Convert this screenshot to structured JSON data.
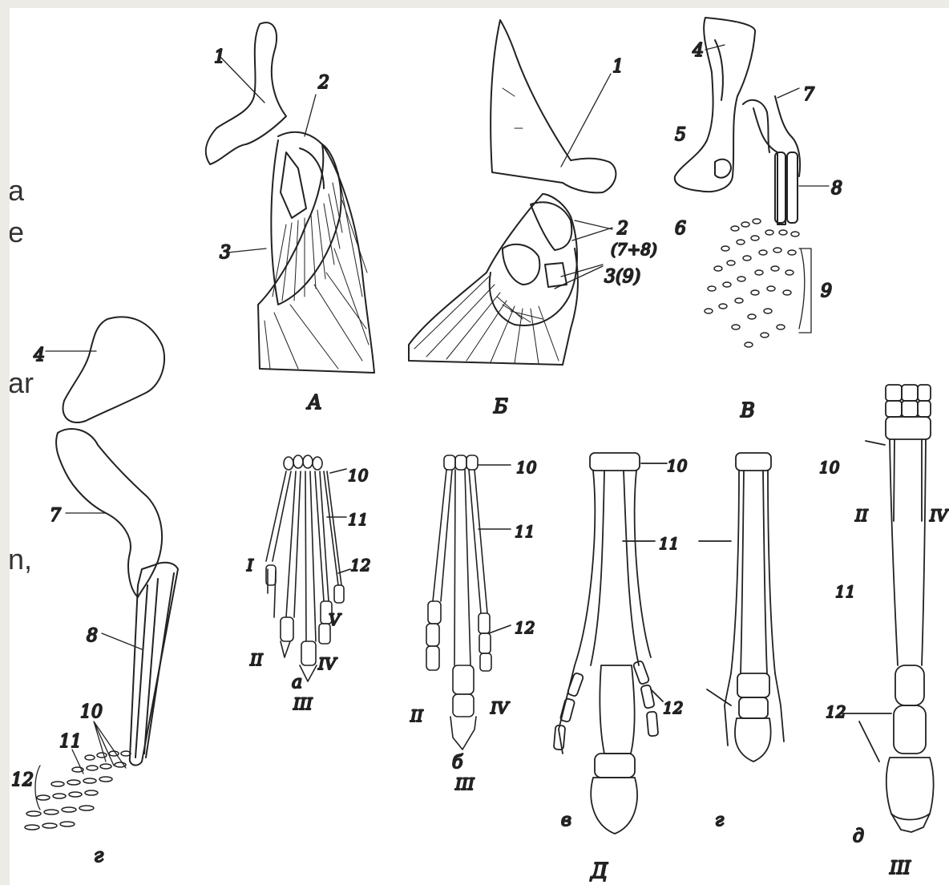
{
  "edge_fragments": [
    "a",
    "e",
    "ar",
    "n,"
  ],
  "figures": {
    "A": {
      "caption": "A",
      "labels": [
        "1",
        "2",
        "3"
      ]
    },
    "B6": {
      "caption": "Б",
      "labels": [
        "1",
        "2",
        "(7+8)",
        "3(9)"
      ]
    },
    "V": {
      "caption": "В",
      "labels": [
        "4",
        "7",
        "5",
        "8",
        "6",
        "9"
      ]
    },
    "G": {
      "caption": "г",
      "labels": [
        "4",
        "7",
        "8",
        "10",
        "11",
        "12"
      ]
    },
    "D": {
      "caption": "Д"
    },
    "a": {
      "caption": "а",
      "labels": [
        "10",
        "11",
        "12",
        "I",
        "II",
        "IV",
        "V",
        "III"
      ]
    },
    "b": {
      "caption": "б",
      "labels": [
        "10",
        "11",
        "12",
        "II",
        "IV",
        "III"
      ]
    },
    "v": {
      "caption": "в",
      "labels": [
        "10",
        "11",
        "12"
      ]
    },
    "g": {
      "caption": "г"
    },
    "d": {
      "caption": "д",
      "labels": [
        "10",
        "II",
        "IV",
        "11",
        "12",
        "III"
      ]
    }
  }
}
